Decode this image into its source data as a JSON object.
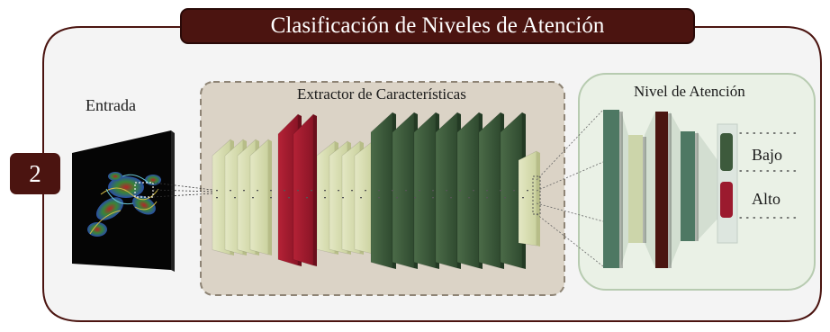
{
  "title": "Clasificación de Niveles de Atención",
  "step_number": "2",
  "input_label": "Entrada",
  "extractor_label": "Extractor de Características",
  "attention_label": "Nivel de Atención",
  "classes": [
    "Bajo",
    "Alto"
  ],
  "colors": {
    "brand_dark": "#4b1410",
    "panel_fill": "#f4f4f4",
    "extractor_fill": "#dbd3c6",
    "attention_fill": "#eaf1e6",
    "attention_border": "#b7cbb0",
    "layer_light": "#d6dcae",
    "layer_red": "#9b1a2e",
    "layer_green": "#3d5a3c",
    "layer_teal": "#4e7863",
    "layer_brown": "#4a1510"
  }
}
